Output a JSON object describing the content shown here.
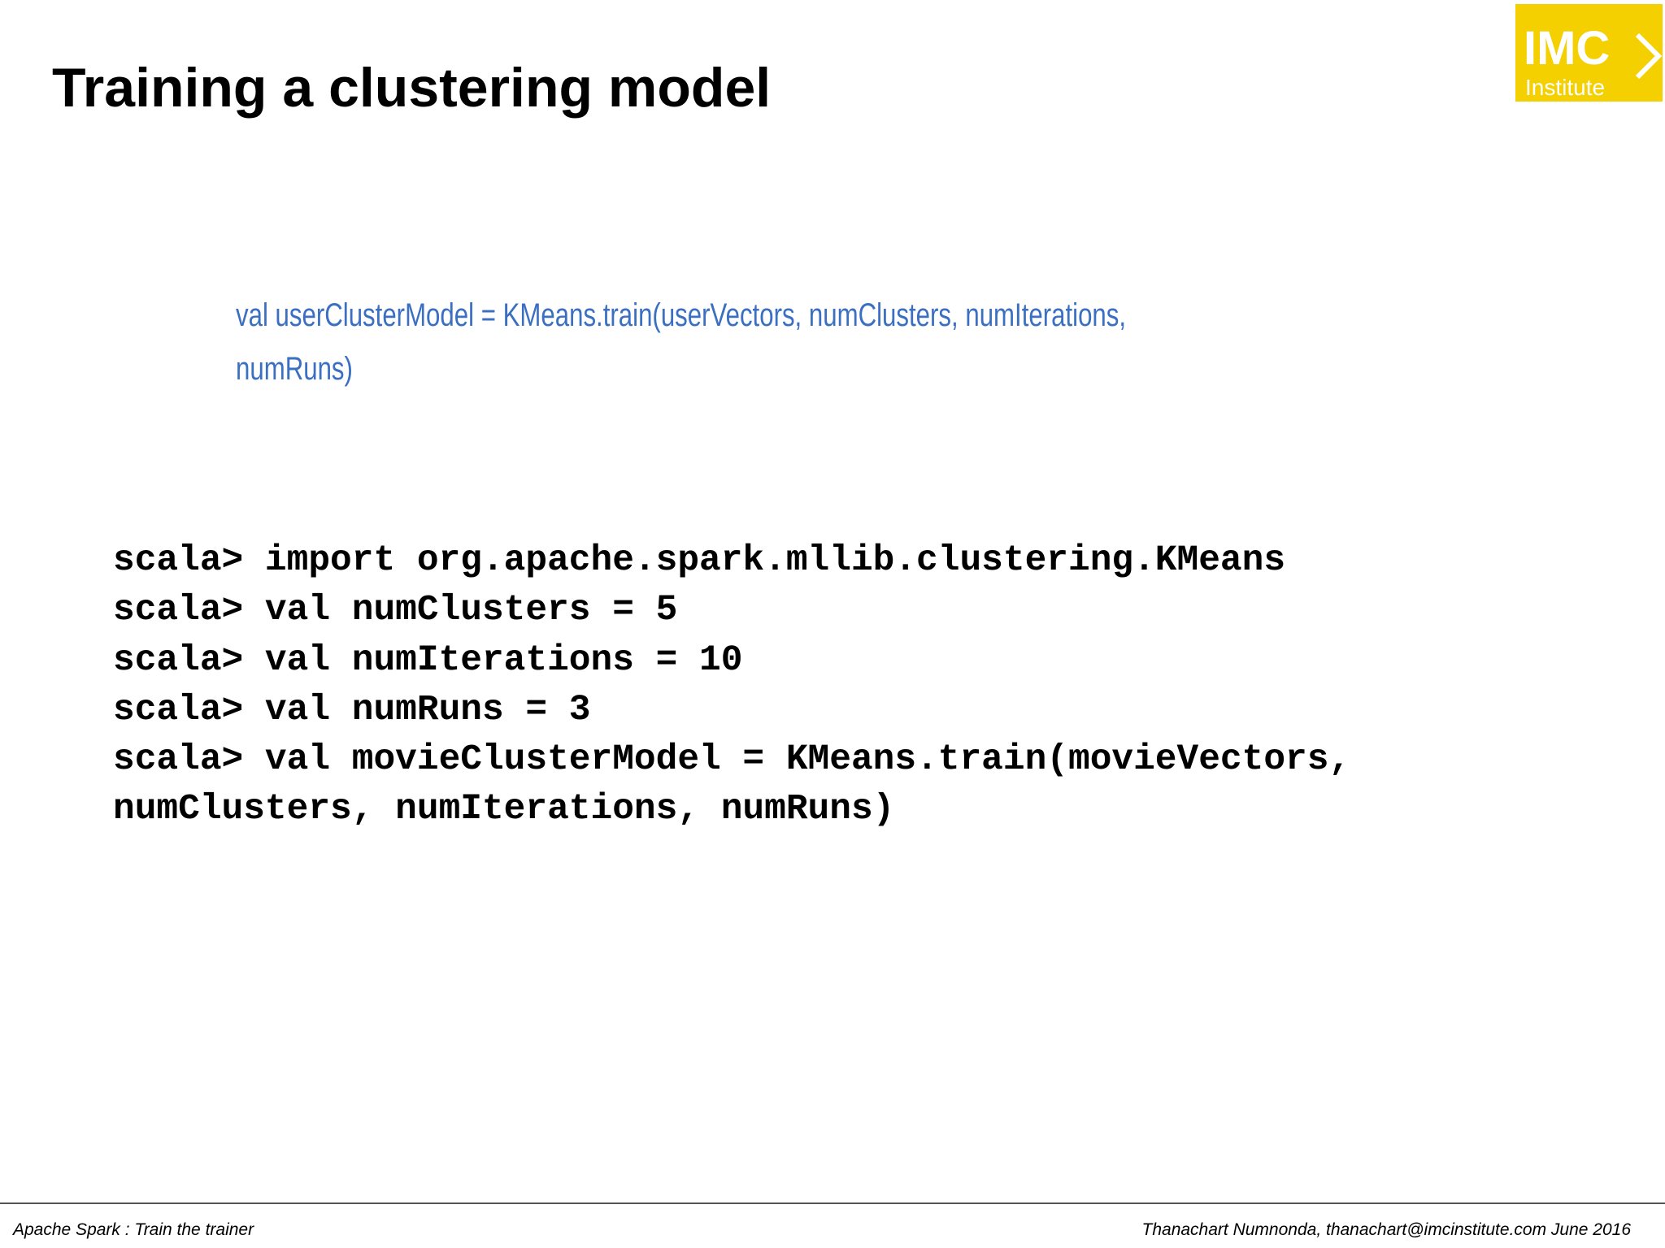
{
  "slide": {
    "title": "Training a clustering model"
  },
  "logo": {
    "text_main": "IMC",
    "text_sub": "Institute",
    "background": "#f5d000",
    "foreground": "#ffffff"
  },
  "code_image": {
    "color": "#3a6fc2",
    "lines": [
      "val userClusterModel = KMeans.train(userVectors, numClusters, numIterations,",
      "numRuns)"
    ]
  },
  "code_block": {
    "lines": [
      "scala> import org.apache.spark.mllib.clustering.KMeans",
      "scala> val numClusters = 5",
      "scala> val numIterations = 10",
      "scala> val numRuns = 3",
      "scala> val movieClusterModel = KMeans.train(movieVectors,",
      "numClusters, numIterations, numRuns)"
    ]
  },
  "footer": {
    "left": "Apache Spark : Train the trainer",
    "right": "Thanachart Numnonda,  thanachart@imcinstitute.com  June 2016"
  }
}
